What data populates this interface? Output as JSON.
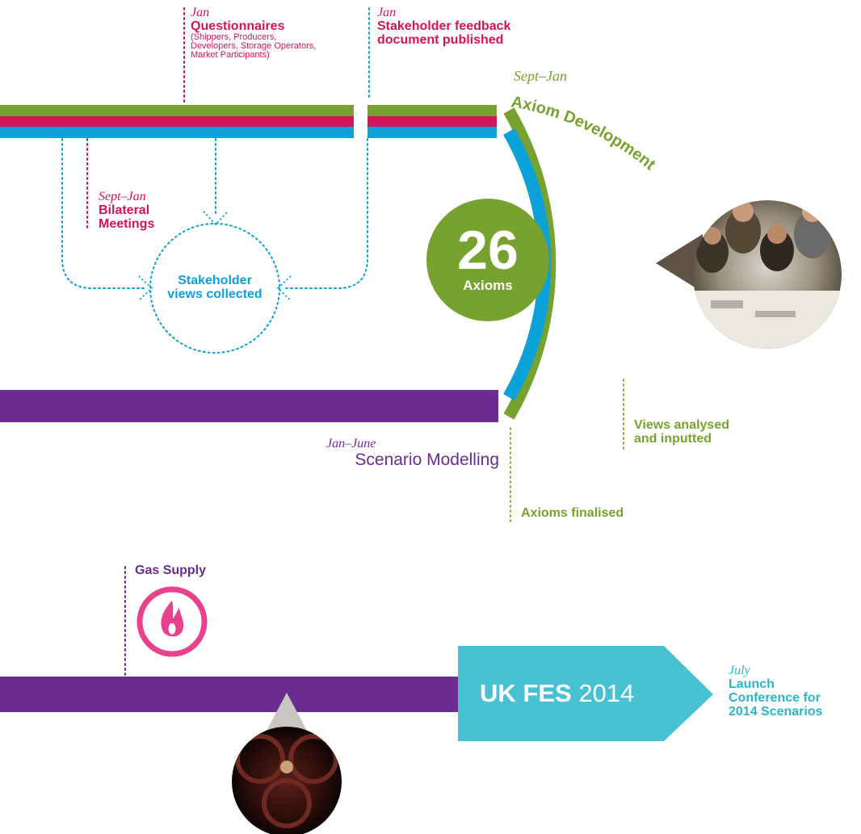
{
  "colors": {
    "green": "#77a22f",
    "crimson": "#d4145a",
    "blue": "#0ba2d9",
    "purple": "#6a2c91",
    "teal": "#48c2d2",
    "pink": "#e8418e",
    "olive_dots": "#a3a233"
  },
  "questionnaires": {
    "month": "Jan",
    "title": "Questionnaires",
    "detail_lines": [
      "(Shippers, Producers,",
      "Developers, Storage Operators,",
      "Market Participants)"
    ]
  },
  "feedback": {
    "month": "Jan",
    "title_lines": [
      "Stakeholder feedback",
      "document published"
    ]
  },
  "axiom_development": {
    "month": "Sept–Jan",
    "title": "Axiom Development"
  },
  "bilateral": {
    "month": "Sept–Jan",
    "title_lines": [
      "Bilateral",
      "Meetings"
    ]
  },
  "views_collected": {
    "lines": [
      "Stakeholder",
      "views collected"
    ]
  },
  "axioms_badge": {
    "number": "26",
    "label": "Axioms"
  },
  "views_analysed": {
    "lines": [
      "Views analysed",
      "and inputted"
    ]
  },
  "scenario_modelling": {
    "month": "Jan–June",
    "title": "Scenario Modelling"
  },
  "axioms_finalised": {
    "label": "Axioms finalised"
  },
  "gas_supply": {
    "label": "Gas Supply",
    "icon": "flame-icon"
  },
  "fes": {
    "bold": "UK FES",
    "year": "2014"
  },
  "launch": {
    "month": "July",
    "lines": [
      "Launch",
      "Conference for",
      "2014 Scenarios"
    ]
  },
  "photos": {
    "team": "team-meeting-photo",
    "pipes": "pipes-photo"
  }
}
